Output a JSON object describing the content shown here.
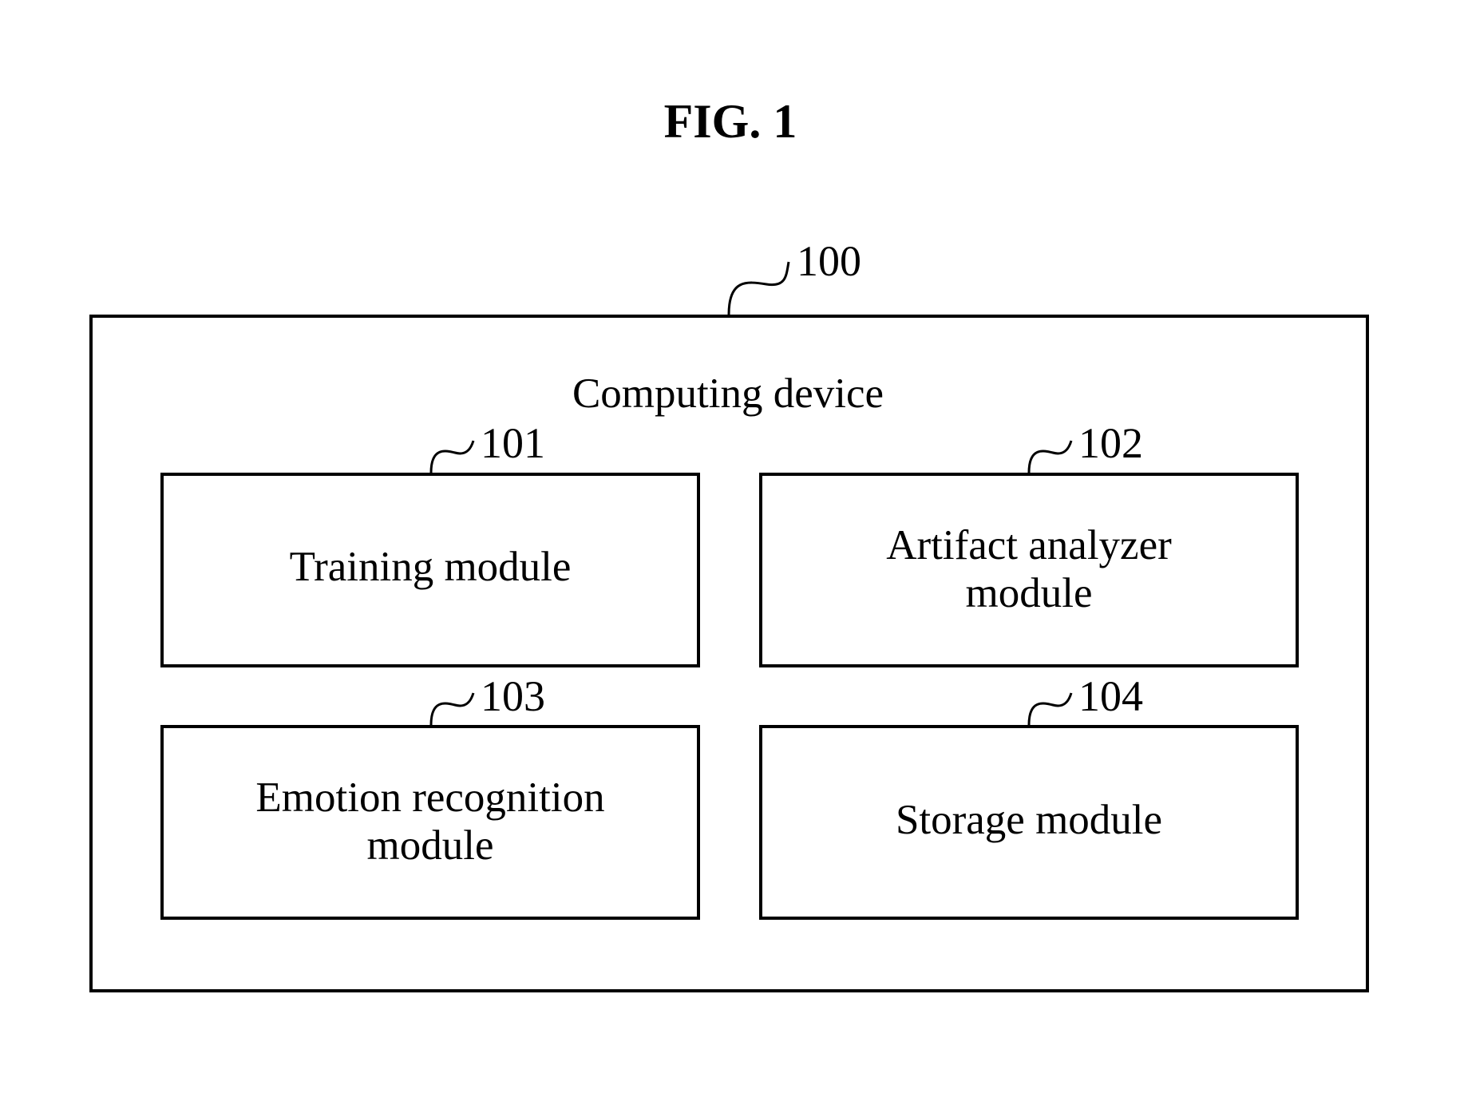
{
  "figure": {
    "title": "FIG. 1"
  },
  "device": {
    "ref": "100",
    "label": "Computing device"
  },
  "modules": [
    {
      "ref": "101",
      "lines": [
        "Training module"
      ]
    },
    {
      "ref": "102",
      "lines": [
        "Artifact analyzer",
        "module"
      ]
    },
    {
      "ref": "103",
      "lines": [
        "Emotion recognition",
        "module"
      ]
    },
    {
      "ref": "104",
      "lines": [
        "Storage module"
      ]
    }
  ]
}
